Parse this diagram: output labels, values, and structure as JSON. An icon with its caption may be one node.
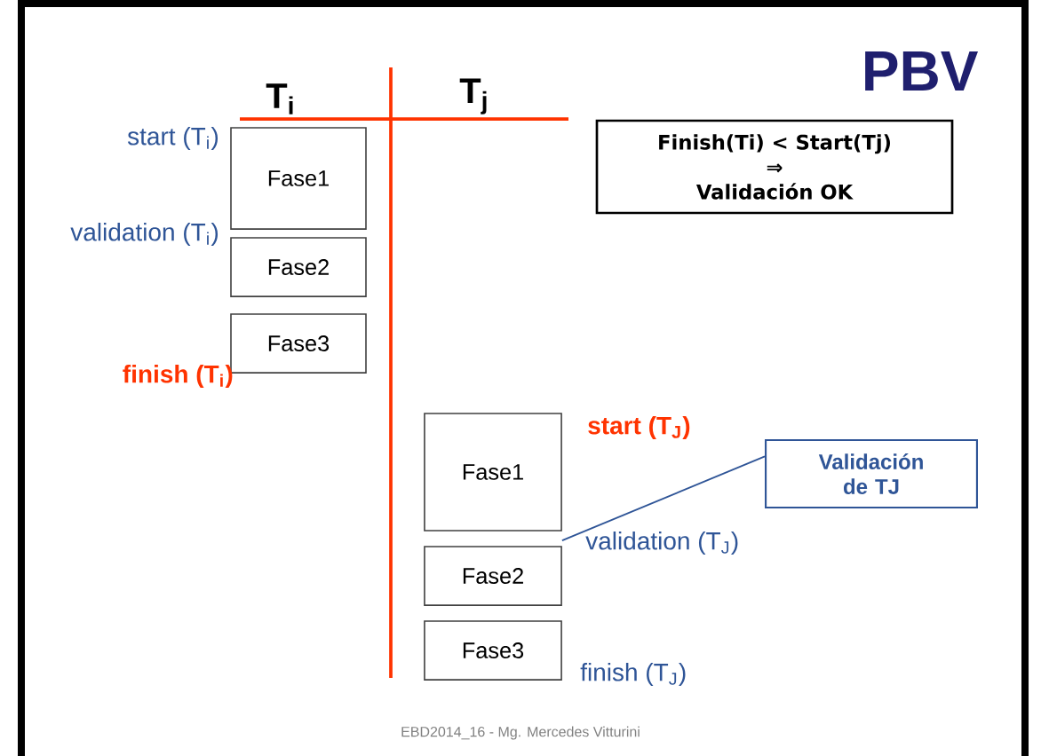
{
  "diagram": {
    "title": "PBV",
    "nodes": [
      {
        "text": [
          "Finish(Ti) < Start(Tj)",
          "⇒",
          "Validación OK"
        ]
      },
      {
        "text": [
          "Fase1"
        ]
      },
      {
        "text": [
          "Fase2"
        ]
      },
      {
        "text": [
          "Fase3"
        ]
      },
      {
        "text": [
          "Fase1"
        ]
      },
      {
        "text": [
          "Fase2"
        ]
      },
      {
        "text": [
          "Fase3"
        ]
      },
      {
        "text": [
          "Validación de TJ"
        ]
      }
    ],
    "edges": [
      {
        "from": 7,
        "to": 5,
        "arrow": "none"
      }
    ],
    "labels": [
      "T$_{i}$",
      "T$_{j}$",
      "start (T$_{i}$)",
      "validation (T$_{i}$)",
      "finish (T$_{i}$)",
      "start (T$_{J}$)",
      "validation (T$_{J}$)",
      "finish (T$_{J}$)",
      "EBD2014_16 - Mg. Mercedes Vitturini"
    ]
  }
}
